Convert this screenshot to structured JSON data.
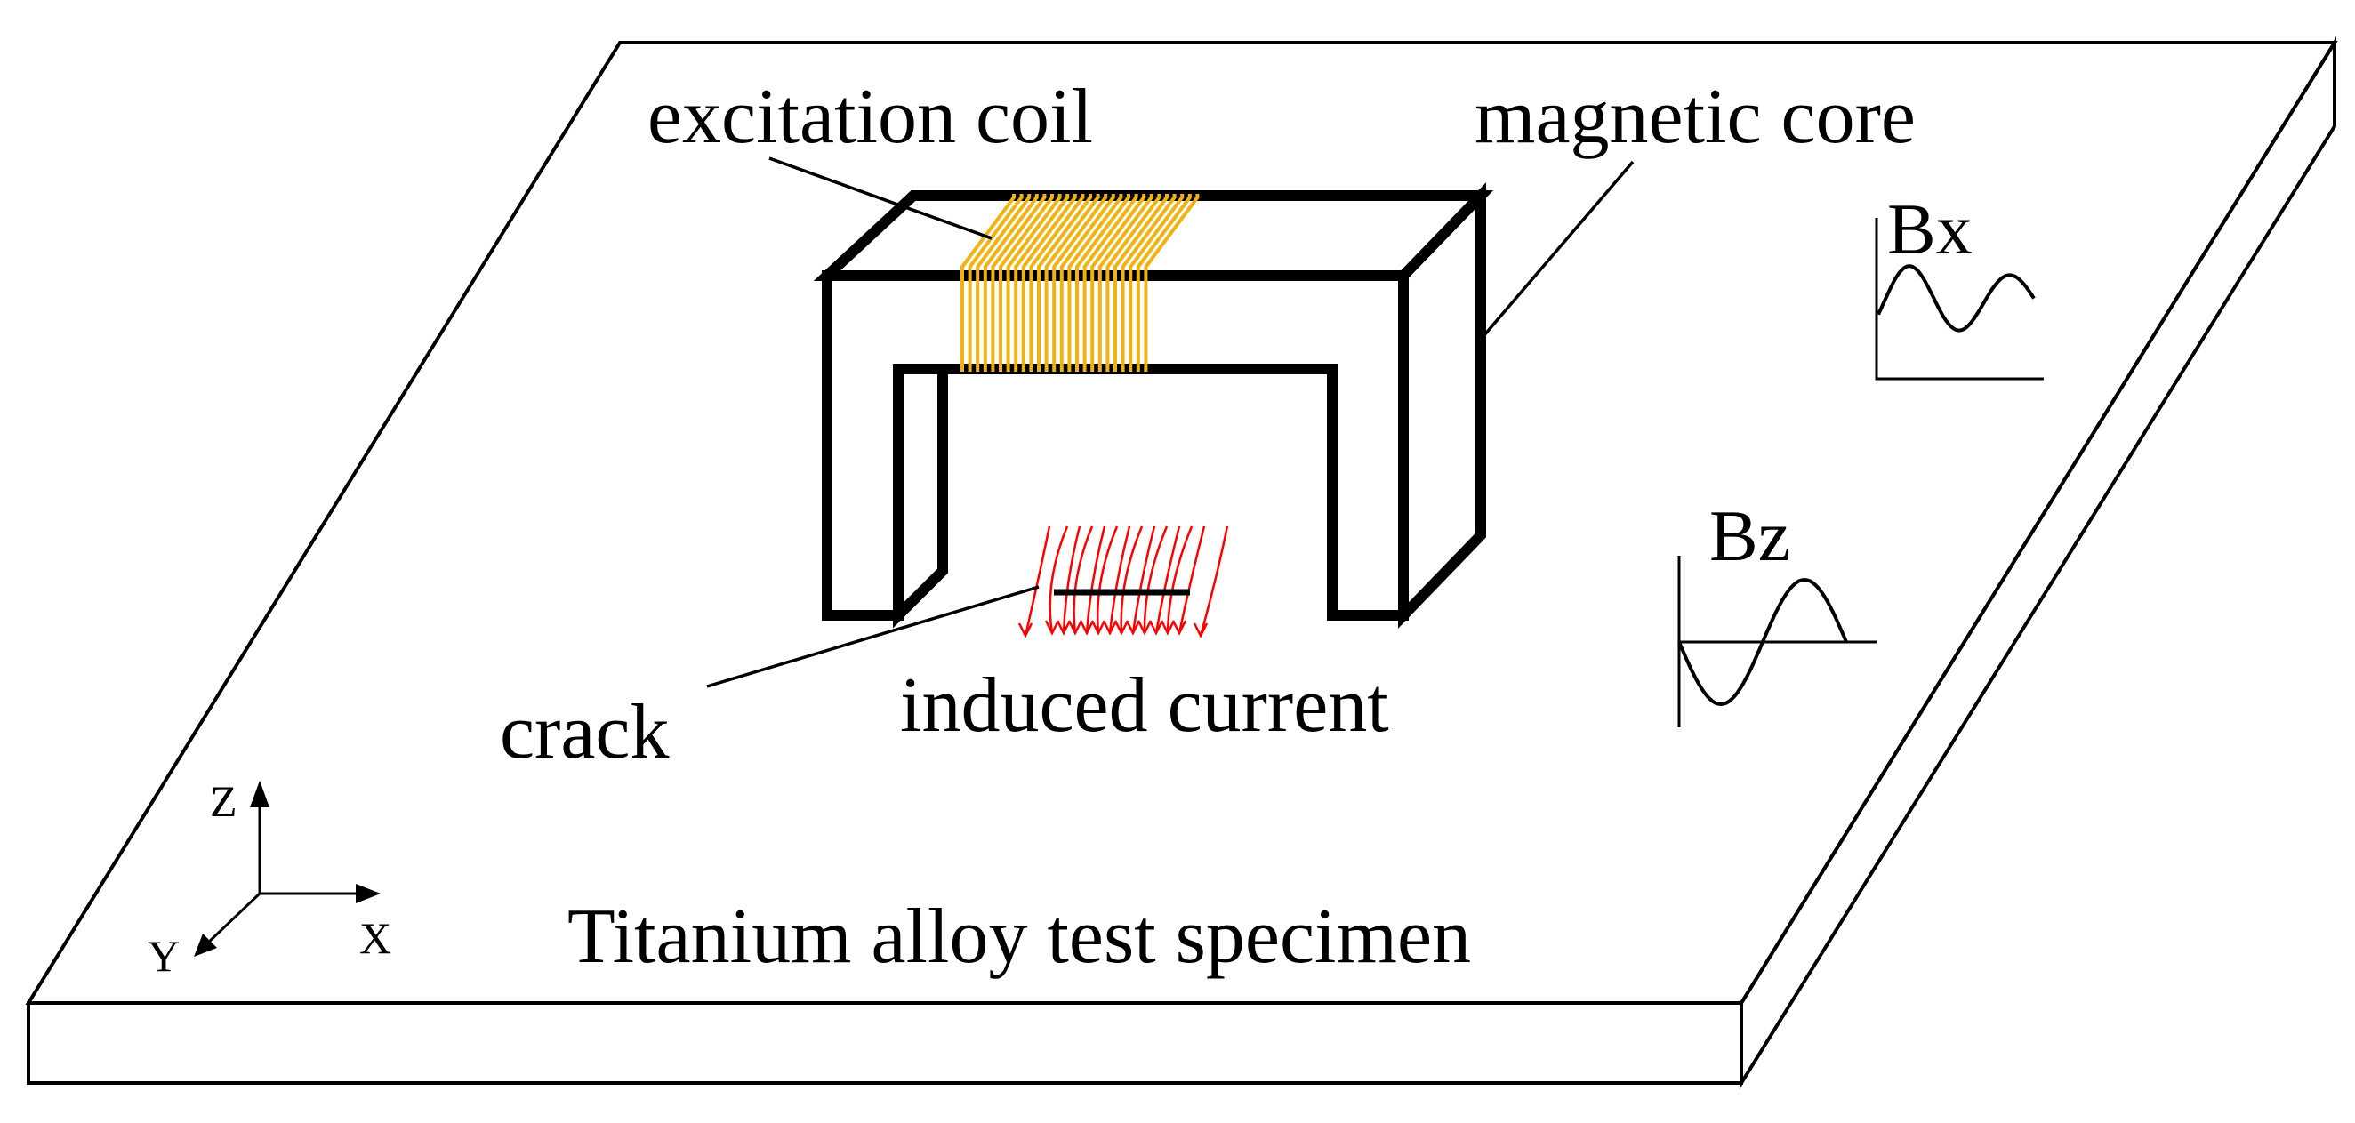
{
  "labels": {
    "excitation_coil": "excitation coil",
    "magnetic_core": "magnetic core",
    "crack": "crack",
    "induced_current": "induced current",
    "specimen": "Titanium alloy test specimen",
    "bx": "Bx",
    "bz": "Bz"
  },
  "axes": {
    "x": "X",
    "y": "Y",
    "z": "Z"
  },
  "colors": {
    "coil": "#f2b311",
    "induced_current": "#ff0000",
    "outline": "#000000",
    "background": "#ffffff"
  }
}
